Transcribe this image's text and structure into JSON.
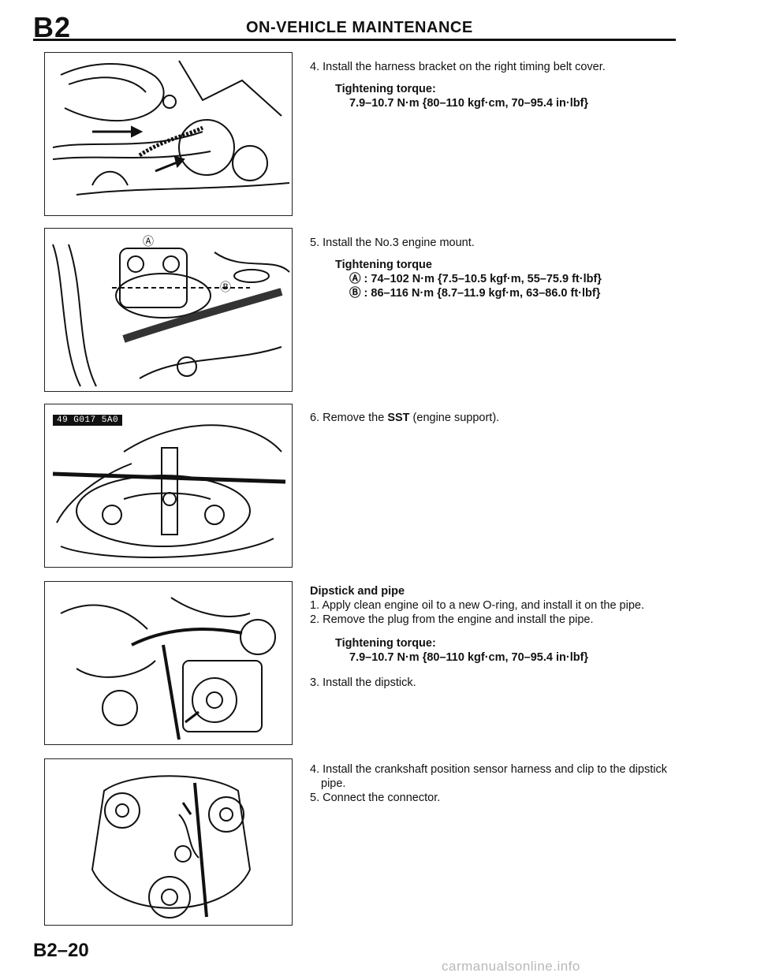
{
  "header": {
    "section_code": "B2",
    "section_title": "ON-VEHICLE MAINTENANCE"
  },
  "steps": {
    "harness_bracket": {
      "instruction": "4. Install the harness bracket on the right timing belt cover.",
      "torque_label": "Tightening torque:",
      "torque_value": "7.9–10.7 N·m {80–110 kgf·cm, 70–95.4 in·lbf}"
    },
    "engine_mount": {
      "instruction": "5. Install the No.3 engine mount.",
      "torque_label": "Tightening torque",
      "torque_a": "Ⓐ : 74–102 N·m {7.5–10.5 kgf·m, 55–75.9 ft·lbf}",
      "torque_b": "Ⓑ : 86–116 N·m {8.7–11.9 kgf·m, 63–86.0 ft·lbf}"
    },
    "sst": {
      "instruction_prefix": "6. Remove the ",
      "instruction_bold": "SST",
      "instruction_suffix": " (engine support).",
      "tool_number": "49 G017 5A0"
    },
    "dipstick": {
      "heading": "Dipstick and pipe",
      "step1": "1. Apply clean engine oil to a new O-ring, and install it on the pipe.",
      "step2": "2. Remove the plug from the engine and install the pipe.",
      "torque_label": "Tightening torque:",
      "torque_value": "7.9–10.7 N·m {80–110 kgf·cm, 70–95.4 in·lbf}",
      "step3": "3. Install the dipstick."
    },
    "crankshaft": {
      "step4": "4. Install the crankshaft position sensor harness and clip to the dipstick pipe.",
      "step5": "5. Connect the connector."
    }
  },
  "figure_labels": {
    "a": "Ⓐ",
    "b": "Ⓑ"
  },
  "footer": {
    "page_number": "B2–20",
    "watermark": "carmanualsonline.info"
  }
}
